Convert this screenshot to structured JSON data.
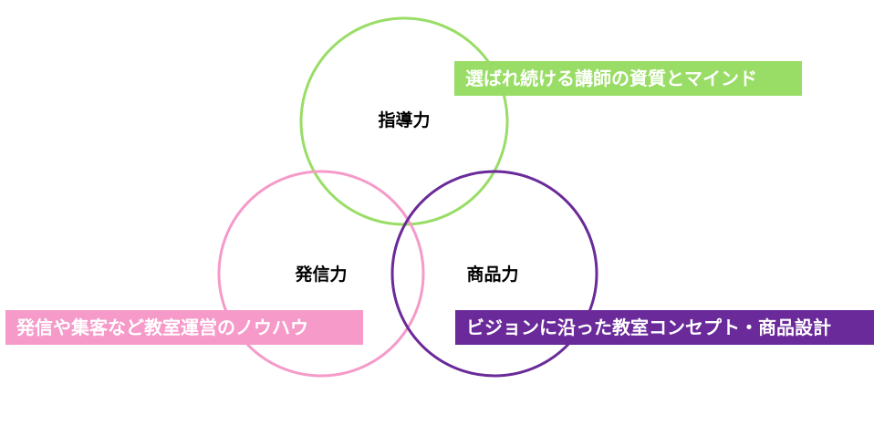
{
  "colors": {
    "green": "#99dd66",
    "pink": "#f59ac9",
    "purple": "#6a2a99"
  },
  "circles": {
    "top": {
      "label": "指導力"
    },
    "left": {
      "label": "発信力"
    },
    "right": {
      "label": "商品力"
    }
  },
  "tags": {
    "top": {
      "text": "選ばれ続ける講師の資質とマインド"
    },
    "left": {
      "text": "発信や集客など教室運営のノウハウ"
    },
    "right": {
      "text": "ビジョンに沿った教室コンセプト・商品設計"
    }
  }
}
